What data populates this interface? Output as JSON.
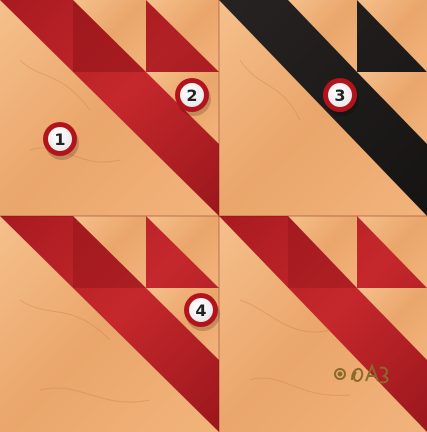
{
  "colors": {
    "tan_light": "#f0b47e",
    "tan_mid": "#e29a5f",
    "tan_dark": "#c97a3d",
    "red_light": "#c0282d",
    "red_dark": "#8e1418",
    "black": "#1c1a19",
    "badge_ring": "#b3141b",
    "badge_fill": "#ffffff",
    "badge_text": "#222222",
    "logo": "#8a6a2a"
  },
  "badges": [
    {
      "label": "1"
    },
    {
      "label": "2"
    },
    {
      "label": "3"
    },
    {
      "label": "4"
    }
  ],
  "logo": {
    "icon": "maker-signature-logo"
  }
}
